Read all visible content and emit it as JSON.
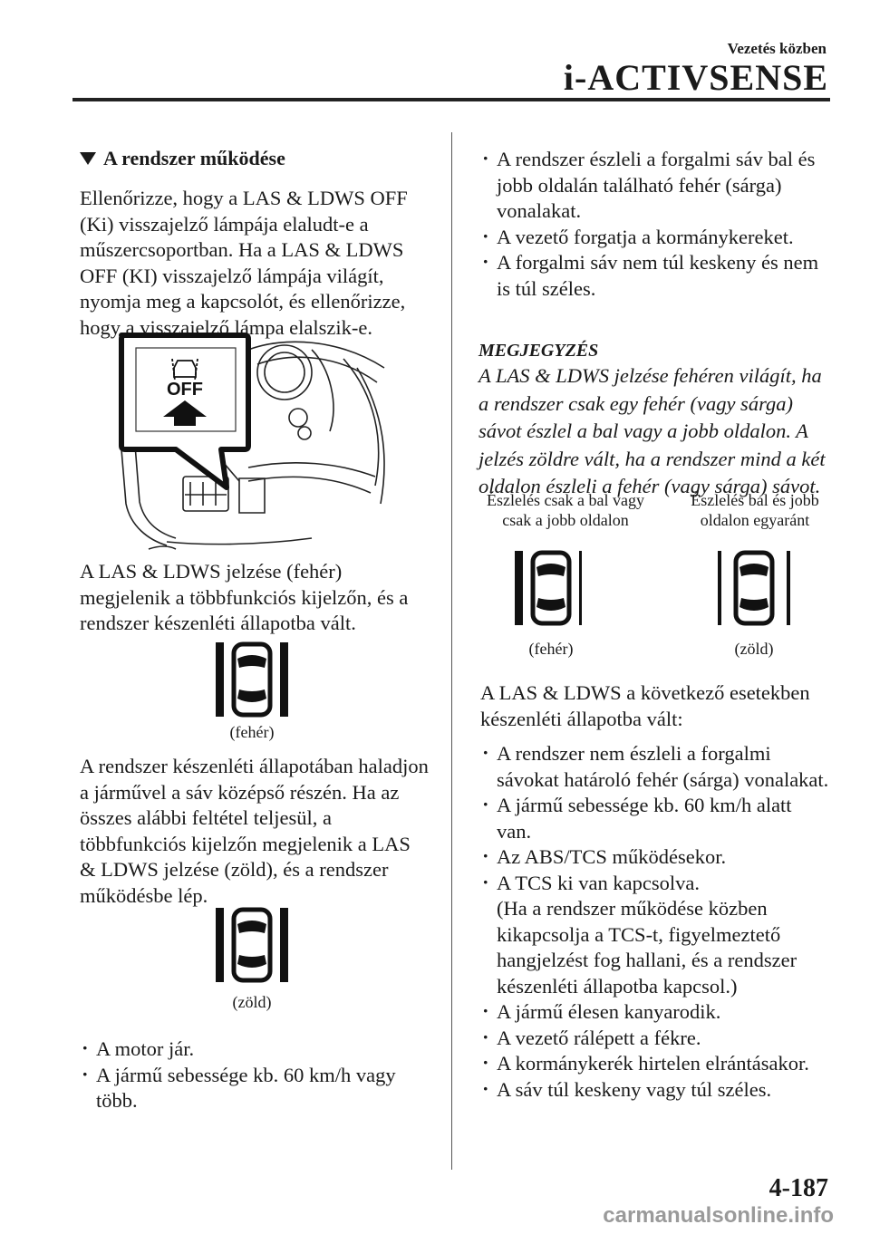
{
  "header": {
    "section": "Vezetés közben",
    "title": "i-ACTIVSENSE"
  },
  "left": {
    "heading": "A rendszer működése",
    "para1": [
      "Ellenőrizze, hogy a LAS & LDWS OFF",
      "(Ki) visszajelző lámpája elaludt-e a",
      "műszercsoportban. Ha a LAS & LDWS",
      "OFF (KI) visszajelző lámpája világít,",
      "nyomja meg a kapcsolót, és ellenőrizze,",
      "hogy a visszajelző lámpa elalszik-e."
    ],
    "switch_label": "OFF",
    "para2": [
      "A LAS & LDWS jelzése (fehér)",
      "megjelenik a többfunkciós kijelzőn, és a",
      "rendszer készenléti állapotba vált."
    ],
    "icon1_caption": "(fehér)",
    "para3": [
      "A rendszer készenléti állapotában haladjon",
      "a járművel a sáv középső részén. Ha az",
      "összes alábbi feltétel teljesül, a",
      "többfunkciós kijelzőn megjelenik a LAS",
      "& LDWS jelzése (zöld), és a rendszer",
      "működésbe lép."
    ],
    "icon2_caption": "(zöld)",
    "bullets": [
      [
        "A motor jár."
      ],
      [
        "A jármű sebessége kb. 60 km/h vagy",
        "több."
      ]
    ]
  },
  "right": {
    "bullets_top": [
      [
        "A rendszer észleli a forgalmi sáv bal és",
        "jobb oldalán található fehér (sárga)",
        "vonalakat."
      ],
      [
        "A vezető forgatja a kormánykereket."
      ],
      [
        "A forgalmi sáv nem túl keskeny és nem",
        "is túl széles."
      ]
    ],
    "note_heading": "MEGJEGYZÉS",
    "note_body": [
      "A LAS & LDWS jelzése fehéren világít, ha",
      "a rendszer csak egy fehér (vagy sárga)",
      "sávot észlel a bal vagy a jobb oldalon. A",
      "jelzés zöldre vált, ha a rendszer mind a két",
      "oldalon észleli a fehér (vagy sárga) sávot."
    ],
    "fig_left_title": [
      "Észlelés csak a bal vagy",
      "csak a jobb oldalon"
    ],
    "fig_right_title": [
      "Észlelés bal és jobb",
      "oldalon egyaránt"
    ],
    "fig_left_caption": "(fehér)",
    "fig_right_caption": "(zöld)",
    "para_standby": [
      "A LAS & LDWS a következő esetekben",
      "készenléti állapotba vált:"
    ],
    "bullets_bottom": [
      [
        "A rendszer nem észleli a forgalmi",
        "sávokat határoló fehér (sárga) vonalakat."
      ],
      [
        "A jármű sebessége kb. 60 km/h alatt",
        "van."
      ],
      [
        "Az ABS/TCS működésekor."
      ],
      [
        "A TCS ki van kapcsolva.",
        "(Ha a rendszer működése közben",
        "kikapcsolja a TCS-t, figyelmeztető",
        "hangjelzést fog hallani, és a rendszer",
        "készenléti állapotba kapcsol.)"
      ],
      [
        "A jármű élesen kanyarodik."
      ],
      [
        "A vezető rálépett a fékre."
      ],
      [
        "A kormánykerék hirtelen elrántásakor."
      ],
      [
        "A sáv túl keskeny vagy túl széles."
      ]
    ]
  },
  "footer": {
    "page_number": "4-187",
    "watermark": "carmanualsonline.info"
  }
}
